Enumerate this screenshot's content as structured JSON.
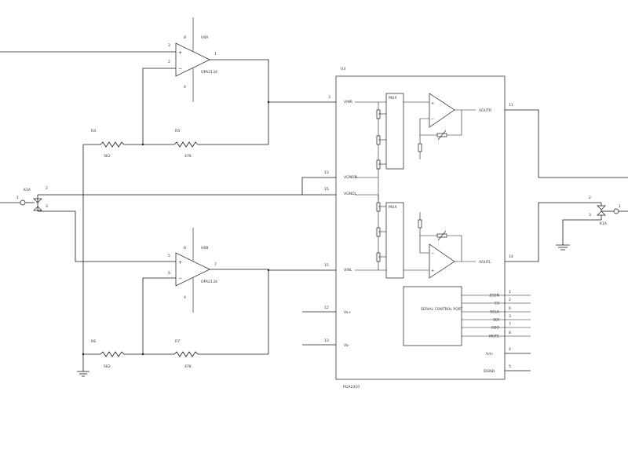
{
  "ic_u3": {
    "ref": "U3",
    "part": "PGA2310"
  },
  "opamp_top": {
    "ref": "U6A",
    "part": "OPA2134",
    "pins": [
      "8",
      "3",
      "2",
      "1",
      "4"
    ]
  },
  "opamp_bot": {
    "ref": "U6B",
    "part": "OPA2134",
    "pins": [
      "8",
      "5",
      "6",
      "7",
      "4"
    ]
  },
  "resistors": {
    "r4_ref": "R4",
    "r4_val": "5K2",
    "r5_ref": "R5",
    "r5_val": "47K",
    "r6_ref": "R6",
    "r6_val": "5K2",
    "r7_ref": "R7",
    "r7_val": "47K"
  },
  "connector_left": {
    "ref": "K1A",
    "pin1": "1",
    "pin2": "2",
    "pin3": "3"
  },
  "connector_right": {
    "ref": "K1A",
    "pin1": "1",
    "pin2": "2",
    "pin3": "3"
  },
  "pins_left": {
    "vinr": "ViNR",
    "vinr_num": "3",
    "vgndr": "VGNDR",
    "vgndr_num": "13",
    "vgndl": "VGNDL",
    "vgndl_num": "15",
    "vinl": "ViNL",
    "vinl_num": "15",
    "vap": "Va+",
    "vap_num": "12",
    "vam": "Va-",
    "vam_num": "13"
  },
  "pins_right": {
    "voutr": "VOUTR",
    "voutr_num": "11",
    "voutl": "VOUTL",
    "voutl_num": "14"
  },
  "mux_top": "MUX",
  "mux_bot": "MUX",
  "scp_label": "SERIAL CONTROL PORT",
  "scp_pins": [
    {
      "name": "ZCEN",
      "num": "1"
    },
    {
      "name": "CS",
      "num": "2"
    },
    {
      "name": "SCLK",
      "num": "6"
    },
    {
      "name": "SDI",
      "num": "3"
    },
    {
      "name": "SDO",
      "num": "7"
    },
    {
      "name": "MUTE",
      "num": "8"
    }
  ],
  "vd": {
    "name": "Vd+",
    "num": "4"
  },
  "dgnd": {
    "name": "DGND",
    "num": "5"
  }
}
